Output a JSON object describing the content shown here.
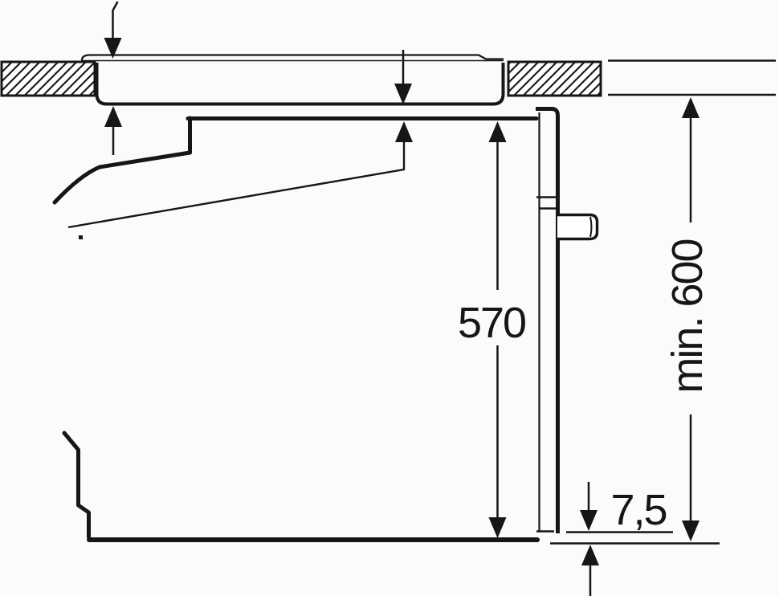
{
  "diagram": {
    "description": "Side-section installation drawing of a built-in oven below a worktop-mounted hob",
    "colors": {
      "line": "#161616",
      "background": "#fbfbfb",
      "surface_fill": "#ffffff"
    },
    "dimensions": {
      "oven_height": {
        "label": "570"
      },
      "niche_min_height": {
        "label": "min. 600"
      },
      "bottom_gap": {
        "label": "7,5"
      }
    }
  }
}
